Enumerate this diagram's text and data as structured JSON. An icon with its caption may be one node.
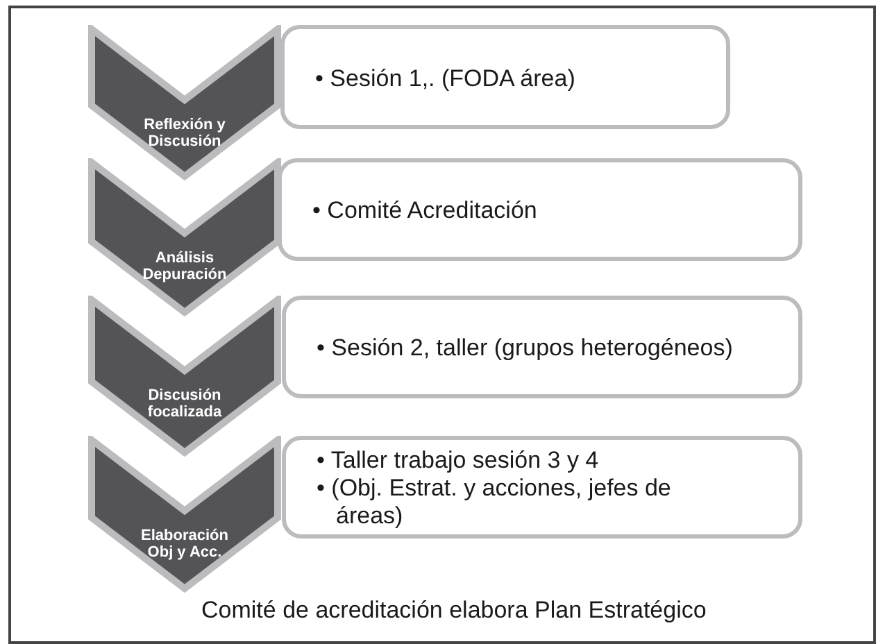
{
  "diagram": {
    "nodes": [
      {
        "text": [
          "Reflexión y Discusión"
        ]
      },
      {
        "text": [
          "• Sesión 1,. (FODA  área)"
        ]
      },
      {
        "text": [
          "Análisis Depuración"
        ]
      },
      {
        "text": [
          "• Comité Acreditación"
        ]
      },
      {
        "text": [
          "Discusión focalizada"
        ]
      },
      {
        "text": [
          "• Sesión 2, taller (grupos heterogéneos)"
        ]
      },
      {
        "text": [
          "Elaboración Obj y Acc."
        ]
      },
      {
        "text": [
          "• Taller  trabajo  sesión  3 y 4",
          "• (Obj. Estrat. y acciones, jefes de  áreas)"
        ]
      }
    ],
    "labels": [
      "Comité de acreditación elabora Plan Estratégico"
    ]
  }
}
